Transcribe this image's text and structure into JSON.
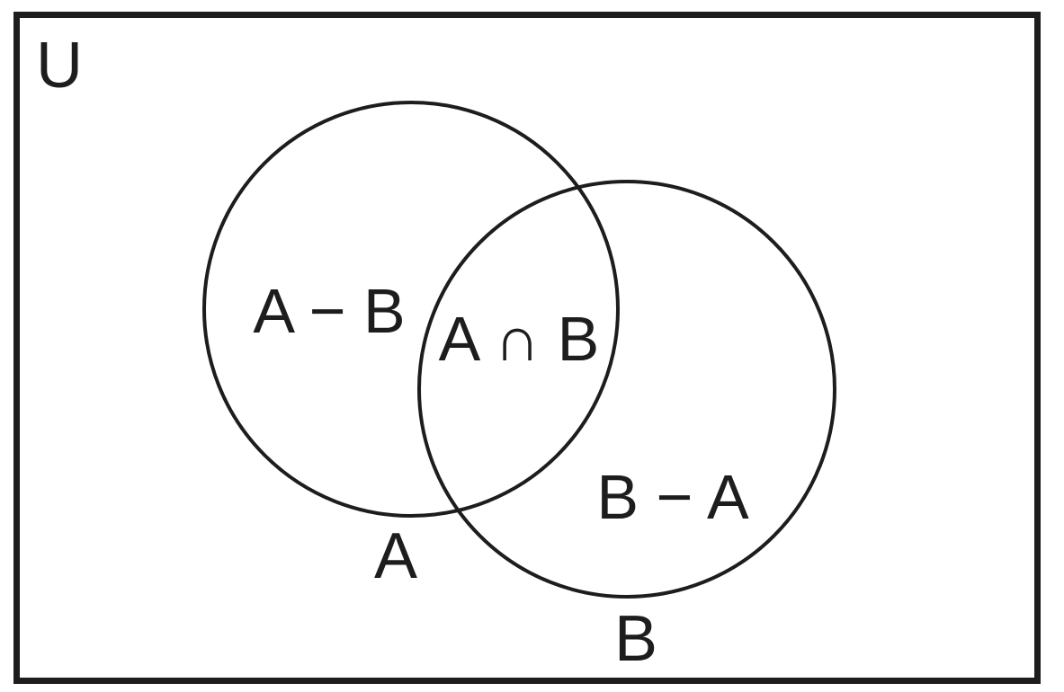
{
  "diagram": {
    "type": "venn-two-set",
    "colors": {
      "line": "#1d1d1d",
      "text": "#1d1d1d",
      "background": "#ffffff"
    },
    "labels": {
      "universe": "U",
      "a_minus_b": "A − B",
      "a_intersect_b": "A ∩ B",
      "b_minus_a": "B − A",
      "set_a": "A",
      "set_b": "B"
    }
  }
}
